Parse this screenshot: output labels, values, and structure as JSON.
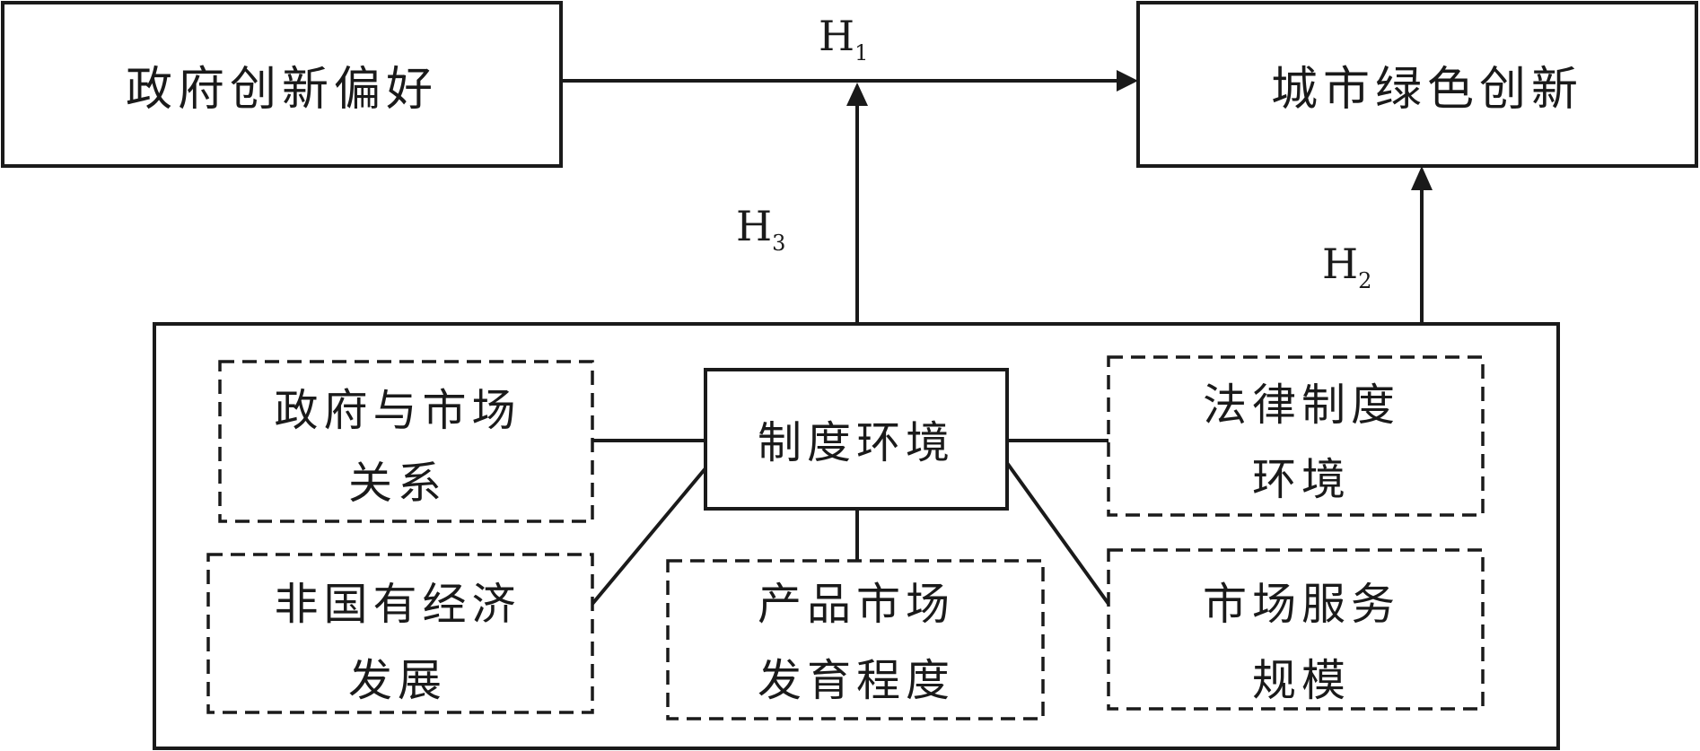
{
  "diagram": {
    "gov_preference": "政府创新偏好",
    "urban_green": "城市绿色创新",
    "institution": "制度环境",
    "gov_market": [
      "政府与市场",
      "关系"
    ],
    "legal": [
      "法律制度",
      "环境"
    ],
    "non_state": [
      "非国有经济",
      "发展"
    ],
    "product_market": [
      "产品市场",
      "发育程度"
    ],
    "market_service": [
      "市场服务",
      "规模"
    ],
    "h1": {
      "letter": "H",
      "sub": "1"
    },
    "h2": {
      "letter": "H",
      "sub": "2"
    },
    "h3": {
      "letter": "H",
      "sub": "3"
    }
  },
  "colors": {
    "line": "#1a1a1a",
    "background": "#ffffff"
  }
}
